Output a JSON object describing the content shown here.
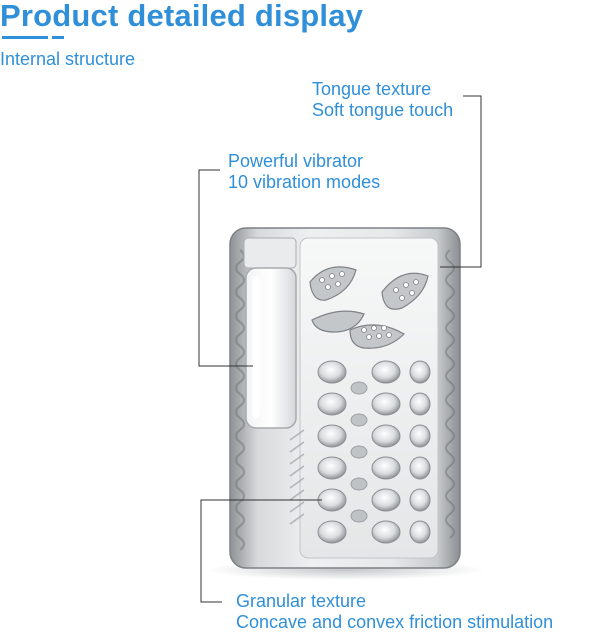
{
  "header": {
    "title": "Product detailed display",
    "subtitle": "Internal structure"
  },
  "callouts": {
    "tongue": {
      "line1": "Tongue texture",
      "line2": "Soft tongue touch"
    },
    "vibrator": {
      "line1": "Powerful vibrator",
      "line2": "10 vibration modes"
    },
    "granular": {
      "line1": "Granular texture",
      "line2": "Concave and convex friction stimulation"
    }
  },
  "colors": {
    "accent": "#2f8fd8",
    "leader_line": "#333333",
    "body_gray": "#b9bcbf"
  }
}
